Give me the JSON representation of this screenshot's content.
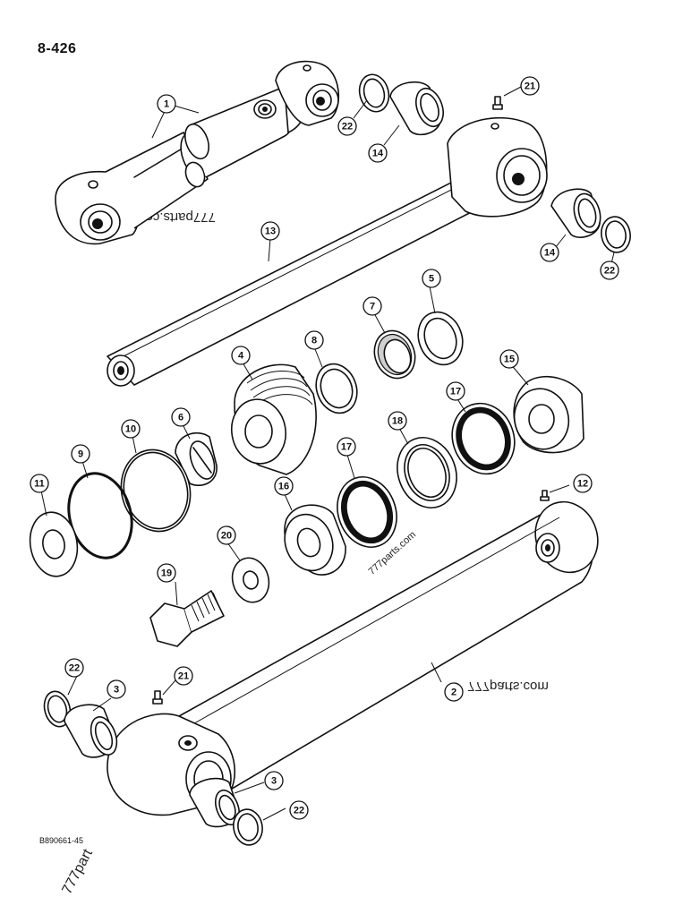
{
  "page_ref": "8-426",
  "figure_code": "B890661-45",
  "watermarks": [
    "777parts.com",
    "777parts.com",
    "777parts.com",
    "777part"
  ],
  "callouts": [
    "1",
    "22",
    "14",
    "21",
    "13",
    "14",
    "22",
    "5",
    "7",
    "8",
    "4",
    "15",
    "17",
    "18",
    "17",
    "6",
    "10",
    "9",
    "11",
    "16",
    "12",
    "20",
    "19",
    "22",
    "3",
    "21",
    "2",
    "3",
    "22"
  ]
}
